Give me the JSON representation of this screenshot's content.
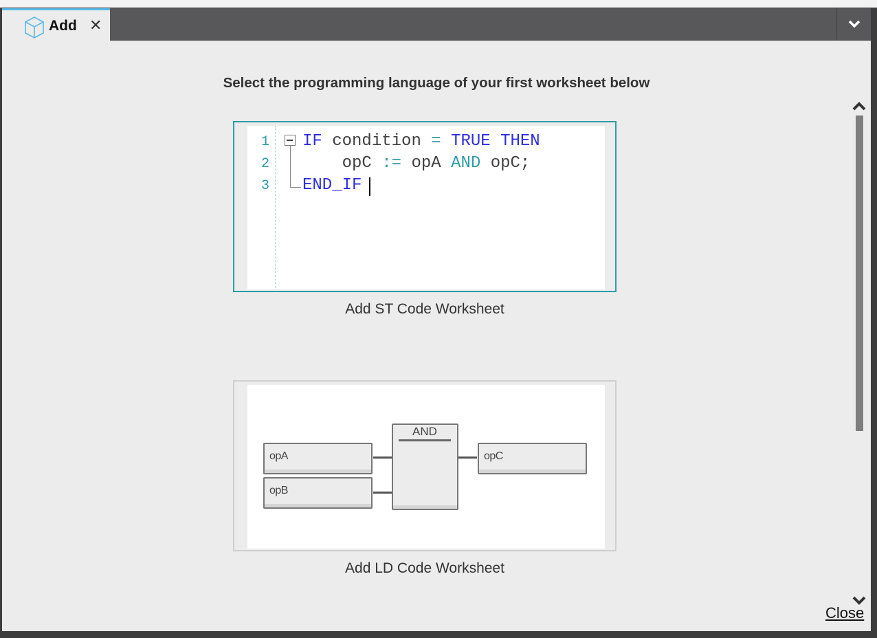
{
  "tab": {
    "label": "Add",
    "close_glyph": "✕",
    "icon": "cube-icon"
  },
  "tab_menu": {
    "icon": "chevron-down-icon"
  },
  "heading": "Select the programming language of your first worksheet below",
  "st_card": {
    "caption": "Add ST Code Worksheet",
    "line_numbers": [
      "1",
      "2",
      "3"
    ],
    "code": {
      "line1": {
        "if_kw": "IF",
        "condition": "condition",
        "eq": "=",
        "true_kw": "TRUE",
        "then_kw": "THEN"
      },
      "line2": {
        "lhs": "opC",
        "assign": ":=",
        "a": "opA",
        "and_kw": "AND",
        "c": "opC;"
      },
      "line3": {
        "end_kw": "END_IF"
      }
    }
  },
  "ld_card": {
    "caption": "Add LD Code Worksheet",
    "block_title": "AND",
    "inputs": [
      "opA",
      "opB"
    ],
    "output": "opC"
  },
  "close_label": "Close",
  "colors": {
    "accent": "#2b9ca8",
    "tab_highlight": "#5bb8e8",
    "keyword": "#2f2fe0",
    "background": "#ebeceb"
  }
}
